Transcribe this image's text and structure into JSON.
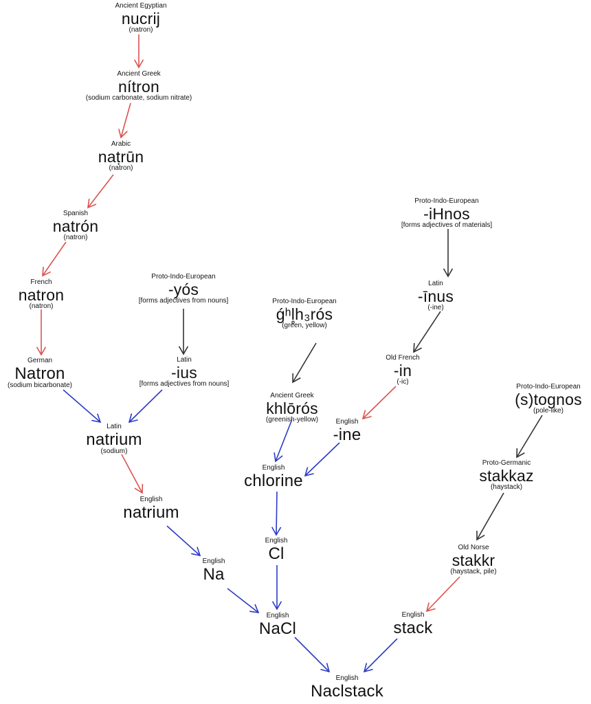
{
  "colors": {
    "red": "#d9534f",
    "blue": "#2b3bc4",
    "gray": "#333333"
  },
  "nodes": [
    {
      "id": "nucrij",
      "language": "Ancient Egyptian",
      "word": "nucrij",
      "gloss": "(natron)"
    },
    {
      "id": "nitron",
      "language": "Ancient Greek",
      "word": "nítron",
      "gloss": "(sodium carbonate, sodium nitrate)"
    },
    {
      "id": "natrun",
      "language": "Arabic",
      "word": "naṭrūn",
      "gloss": "(natron)"
    },
    {
      "id": "natron-es",
      "language": "Spanish",
      "word": "natrón",
      "gloss": "(natron)"
    },
    {
      "id": "natron-fr",
      "language": "French",
      "word": "natron",
      "gloss": "(natron)"
    },
    {
      "id": "natron-de",
      "language": "German",
      "word": "Natron",
      "gloss": "(sodium bicarbonate)"
    },
    {
      "id": "yos",
      "language": "Proto-Indo-European",
      "word": "-yós",
      "gloss": "[forms adjectives from nouns]"
    },
    {
      "id": "ius",
      "language": "Latin",
      "word": "-ius",
      "gloss": "[forms adjectives from nouns]"
    },
    {
      "id": "natrium-la",
      "language": "Latin",
      "word": "natrium",
      "gloss": "(sodium)"
    },
    {
      "id": "natrium-en",
      "language": "English",
      "word": "natrium",
      "gloss": ""
    },
    {
      "id": "na",
      "language": "English",
      "word": "Na",
      "gloss": ""
    },
    {
      "id": "ghlhros",
      "language": "Proto-Indo-European",
      "word": "ǵʰl̥h₃rós",
      "gloss": "(green, yellow)"
    },
    {
      "id": "khloros",
      "language": "Ancient Greek",
      "word": "khlōrós",
      "gloss": "(greenish-yellow)"
    },
    {
      "id": "chlorine",
      "language": "English",
      "word": "chlorine",
      "gloss": ""
    },
    {
      "id": "cl",
      "language": "English",
      "word": "Cl",
      "gloss": ""
    },
    {
      "id": "ihnos",
      "language": "Proto-Indo-European",
      "word": "-iHnos",
      "gloss": "[forms adjectives of materials]"
    },
    {
      "id": "inus",
      "language": "Latin",
      "word": "-īnus",
      "gloss": "(-ine)"
    },
    {
      "id": "in-ofr",
      "language": "Old French",
      "word": "-in",
      "gloss": "(-ic)"
    },
    {
      "id": "ine",
      "language": "English",
      "word": "-ine",
      "gloss": ""
    },
    {
      "id": "stognos",
      "language": "Proto-Indo-European",
      "word": "(s)tognos",
      "gloss": "(pole-like)"
    },
    {
      "id": "stakkaz",
      "language": "Proto-Germanic",
      "word": "stakkaz",
      "gloss": "(haystack)"
    },
    {
      "id": "stakkr",
      "language": "Old Norse",
      "word": "stakkr",
      "gloss": "(haystack, pile)"
    },
    {
      "id": "stack",
      "language": "English",
      "word": "stack",
      "gloss": ""
    },
    {
      "id": "nacl",
      "language": "English",
      "word": "NaCl",
      "gloss": ""
    },
    {
      "id": "naclstack",
      "language": "English",
      "word": "Naclstack",
      "gloss": ""
    }
  ],
  "edges": [
    {
      "from": "nucrij",
      "to": "nitron",
      "color": "red"
    },
    {
      "from": "nitron",
      "to": "natrun",
      "color": "red"
    },
    {
      "from": "natrun",
      "to": "natron-es",
      "color": "red"
    },
    {
      "from": "natron-es",
      "to": "natron-fr",
      "color": "red"
    },
    {
      "from": "natron-fr",
      "to": "natron-de",
      "color": "red"
    },
    {
      "from": "yos",
      "to": "ius",
      "color": "gray"
    },
    {
      "from": "natron-de",
      "to": "natrium-la",
      "color": "blue"
    },
    {
      "from": "ius",
      "to": "natrium-la",
      "color": "blue"
    },
    {
      "from": "natrium-la",
      "to": "natrium-en",
      "color": "red"
    },
    {
      "from": "natrium-en",
      "to": "na",
      "color": "blue"
    },
    {
      "from": "na",
      "to": "nacl",
      "color": "blue"
    },
    {
      "from": "ghlhros",
      "to": "khloros",
      "color": "gray"
    },
    {
      "from": "khloros",
      "to": "chlorine",
      "color": "blue"
    },
    {
      "from": "ine",
      "to": "chlorine",
      "color": "blue"
    },
    {
      "from": "chlorine",
      "to": "cl",
      "color": "blue"
    },
    {
      "from": "cl",
      "to": "nacl",
      "color": "blue"
    },
    {
      "from": "ihnos",
      "to": "inus",
      "color": "gray"
    },
    {
      "from": "inus",
      "to": "in-ofr",
      "color": "gray"
    },
    {
      "from": "in-ofr",
      "to": "ine",
      "color": "red"
    },
    {
      "from": "stognos",
      "to": "stakkaz",
      "color": "gray"
    },
    {
      "from": "stakkaz",
      "to": "stakkr",
      "color": "gray"
    },
    {
      "from": "stakkr",
      "to": "stack",
      "color": "red"
    },
    {
      "from": "nacl",
      "to": "naclstack",
      "color": "blue"
    },
    {
      "from": "stack",
      "to": "naclstack",
      "color": "blue"
    }
  ]
}
